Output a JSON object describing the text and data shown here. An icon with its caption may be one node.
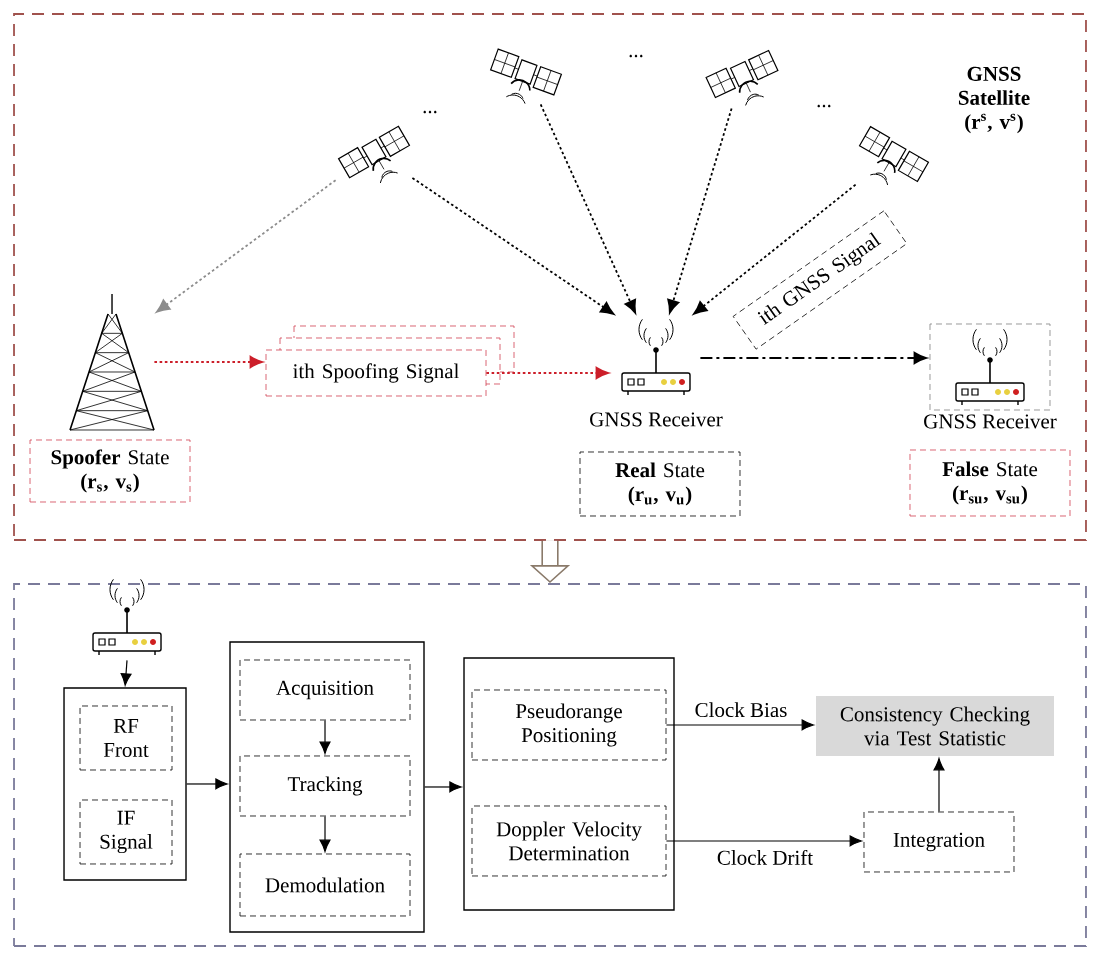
{
  "diagram": {
    "nodes": [
      {
        "text": [],
        "shape": "box"
      },
      {
        "text": [],
        "shape": "satellite",
        "in": 0
      },
      {
        "text": [],
        "shape": "satellite",
        "in": 0
      },
      {
        "text": [],
        "shape": "satellite",
        "in": 0
      },
      {
        "text": [],
        "shape": "satellite",
        "in": 0
      },
      {
        "text": [],
        "shape": "tower",
        "in": 0
      },
      {
        "text": [
          "**Spoofer** State",
          "(r$_{s}$, v$_{s}$)"
        ],
        "in": 0
      },
      {
        "text": [
          "ith Spoofing Signal"
        ],
        "in": 0
      },
      {
        "text": [],
        "shape": "router",
        "beside": [
          "GNSS Receiver"
        ],
        "in": 0
      },
      {
        "text": [
          "**Real** State",
          "(r$_{u}$, v$_{u}$)"
        ],
        "in": 0
      },
      {
        "text": [],
        "shape": "router",
        "beside": [
          "GNSS Receiver"
        ],
        "in": 0
      },
      {
        "text": [
          "**False** State",
          "(r$_{su}$, v$_{su}$)"
        ],
        "in": 0
      },
      {
        "text": [
          "ith GNSS Signal"
        ],
        "in": 0
      },
      {
        "text": [],
        "shape": "box"
      },
      {
        "text": [],
        "shape": "router",
        "in": 13
      },
      {
        "text": [],
        "shape": "box",
        "in": 13
      },
      {
        "text": [
          "RF Front"
        ],
        "in": 15
      },
      {
        "text": [
          "IF Signal"
        ],
        "in": 15
      },
      {
        "text": [],
        "shape": "box",
        "in": 13
      },
      {
        "text": [
          "Acquisition"
        ],
        "in": 18
      },
      {
        "text": [
          "Tracking"
        ],
        "in": 18
      },
      {
        "text": [
          "Demodulation"
        ],
        "in": 18
      },
      {
        "text": [],
        "shape": "box",
        "in": 13
      },
      {
        "text": [
          "Pseudorange Positioning"
        ],
        "in": 22
      },
      {
        "text": [
          "Doppler Velocity Determination"
        ],
        "in": 22
      },
      {
        "text": [
          "Consistency Checking via Test Statistic"
        ],
        "in": 13
      },
      {
        "text": [
          "Integration"
        ],
        "in": 13
      }
    ],
    "edges": [
      {
        "from": 1,
        "to": 8,
        "arrow": "to",
        "style": "dashed"
      },
      {
        "from": 2,
        "to": 8,
        "arrow": "to",
        "style": "dashed"
      },
      {
        "from": 3,
        "to": 8,
        "arrow": "to",
        "style": "dashed"
      },
      {
        "from": 4,
        "to": 8,
        "arrow": "to",
        "style": "dashed"
      },
      {
        "from": 1,
        "to": 5,
        "arrow": "to",
        "style": "dashed",
        "color": "#8c8c8c"
      },
      {
        "from": 5,
        "to": 7,
        "arrow": "to",
        "style": "dashed",
        "color": "#cc1f2a"
      },
      {
        "from": 7,
        "to": 8,
        "arrow": "to",
        "style": "dashed",
        "color": "#cc1f2a"
      },
      {
        "from": 8,
        "to": 10,
        "arrow": "to",
        "style": "dashed"
      },
      {
        "from": 0,
        "to": 13,
        "arrow": "to",
        "style": "thick",
        "color": "#8a7a6a"
      },
      {
        "from": 14,
        "to": 15,
        "arrow": "to"
      },
      {
        "from": 15,
        "to": 18,
        "arrow": "to"
      },
      {
        "from": 19,
        "to": 20,
        "arrow": "to"
      },
      {
        "from": 20,
        "to": 21,
        "arrow": "to"
      },
      {
        "from": 18,
        "to": 22,
        "arrow": "to"
      },
      {
        "from": 23,
        "to": 25,
        "arrow": "to",
        "label": "Clock Bias"
      },
      {
        "from": 24,
        "to": 26,
        "arrow": "to",
        "label": "Clock Drift"
      },
      {
        "from": 26,
        "to": 25,
        "arrow": "to"
      }
    ],
    "labels": [
      "...",
      "...",
      "...",
      "GNSS Satellite (r$^{s}$, v$^{s}$)"
    ]
  }
}
